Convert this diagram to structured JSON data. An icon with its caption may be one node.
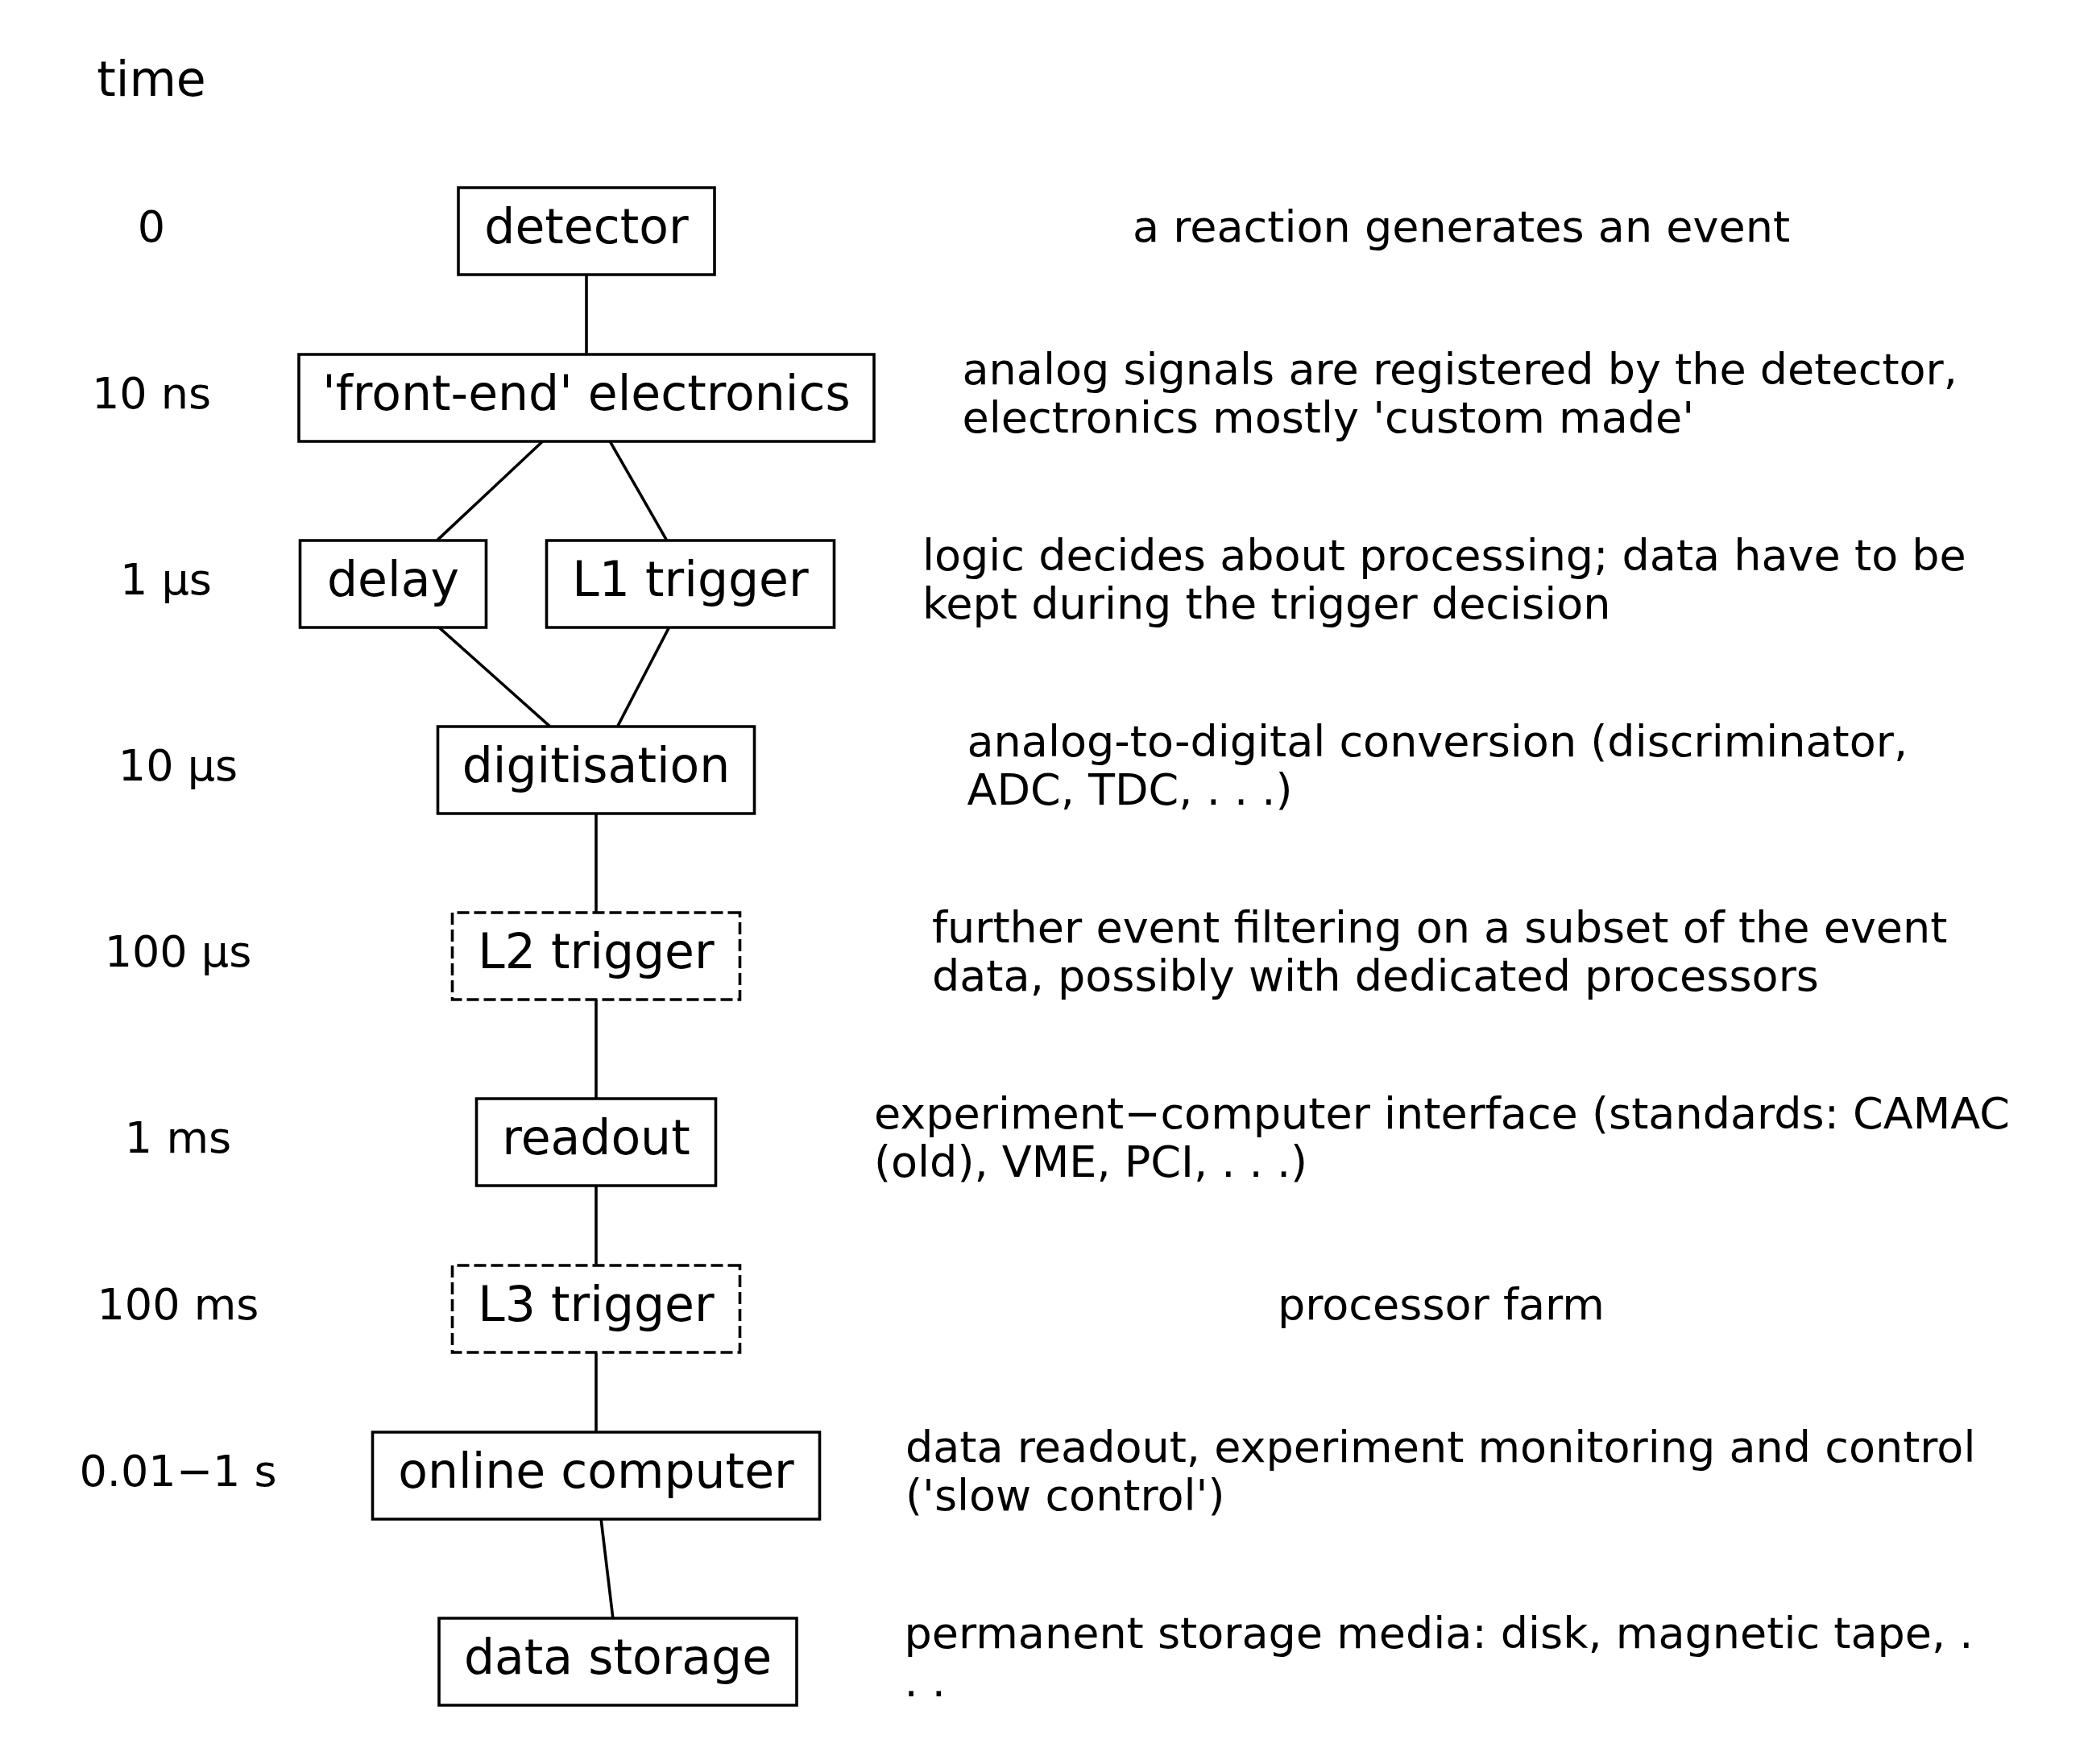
{
  "diagram": {
    "nodes": [
      {
        "text": [
          "detector"
        ]
      },
      {
        "text": [
          "'front-end' electronics"
        ]
      },
      {
        "text": [
          "delay"
        ]
      },
      {
        "text": [
          "L1 trigger"
        ]
      },
      {
        "text": [
          "digitisation"
        ]
      },
      {
        "text": [
          "L2 trigger"
        ]
      },
      {
        "text": [
          "readout"
        ]
      },
      {
        "text": [
          "L3 trigger"
        ]
      },
      {
        "text": [
          "online computer"
        ]
      },
      {
        "text": [
          "data storage"
        ]
      }
    ],
    "edges": [
      {
        "from": 0,
        "to": 1,
        "arrow": "none"
      },
      {
        "from": 1,
        "to": 2,
        "arrow": "none"
      },
      {
        "from": 1,
        "to": 3,
        "arrow": "none"
      },
      {
        "from": 2,
        "to": 4,
        "arrow": "none"
      },
      {
        "from": 3,
        "to": 4,
        "arrow": "none"
      },
      {
        "from": 4,
        "to": 5,
        "arrow": "none"
      },
      {
        "from": 5,
        "to": 6,
        "arrow": "none"
      },
      {
        "from": 6,
        "to": 7,
        "arrow": "none"
      },
      {
        "from": 7,
        "to": 8,
        "arrow": "none"
      },
      {
        "from": 8,
        "to": 9,
        "arrow": "none"
      }
    ],
    "labels": [
      "time",
      "0",
      "a reaction generates an event",
      "10 ns",
      "analog signals are registered by the detector, electronics mostly 'custom made'",
      "1 µs",
      "logic decides about processing; data have to be kept during the trigger decision",
      "10 µs",
      "analog-to-digital conversion (discriminator, ADC, TDC, . . .)",
      "100 µs",
      "further event filtering on a subset of the event data, possibly with dedicated processors",
      "1 ms",
      "experiment−computer interface (standards: CAMAC (old), VME, PCI, . . .)",
      "100 ms",
      "processor farm",
      "0.01−1 s",
      "data readout, experiment monitoring and control ('slow control')",
      "permanent storage media: disk, magnetic tape, . . ."
    ]
  }
}
